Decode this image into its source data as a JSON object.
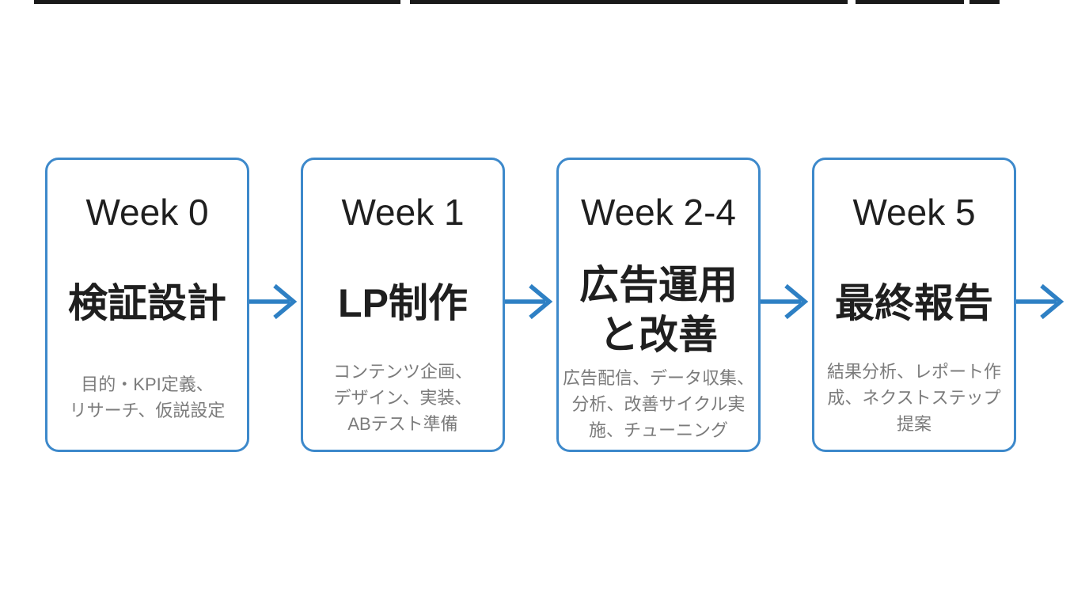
{
  "diagram": {
    "type": "horizontal-flowchart",
    "steps": [
      {
        "week": "Week 0",
        "title": "検証設計",
        "description": "目的・KPI定義、\nリサーチ、仮説設定"
      },
      {
        "week": "Week 1",
        "title": "LP制作",
        "description": "コンテンツ企画、\nデザイン、実装、\nABテスト準備"
      },
      {
        "week": "Week 2-4",
        "title": "広告運用\nと改善",
        "description": "広告配信、データ収集、\n分析、改善サイクル実\n施、チューニング"
      },
      {
        "week": "Week 5",
        "title": "最終報告",
        "description": "結果分析、レポート作\n成、ネクストステップ\n提案"
      }
    ]
  },
  "colors": {
    "box_border": "#3d89cb",
    "arrow": "#2e80c4",
    "heading_text": "#1f1f1f",
    "description_text": "#7b7b7b",
    "top_bar": "#1a1a1a",
    "background": "#ffffff"
  }
}
